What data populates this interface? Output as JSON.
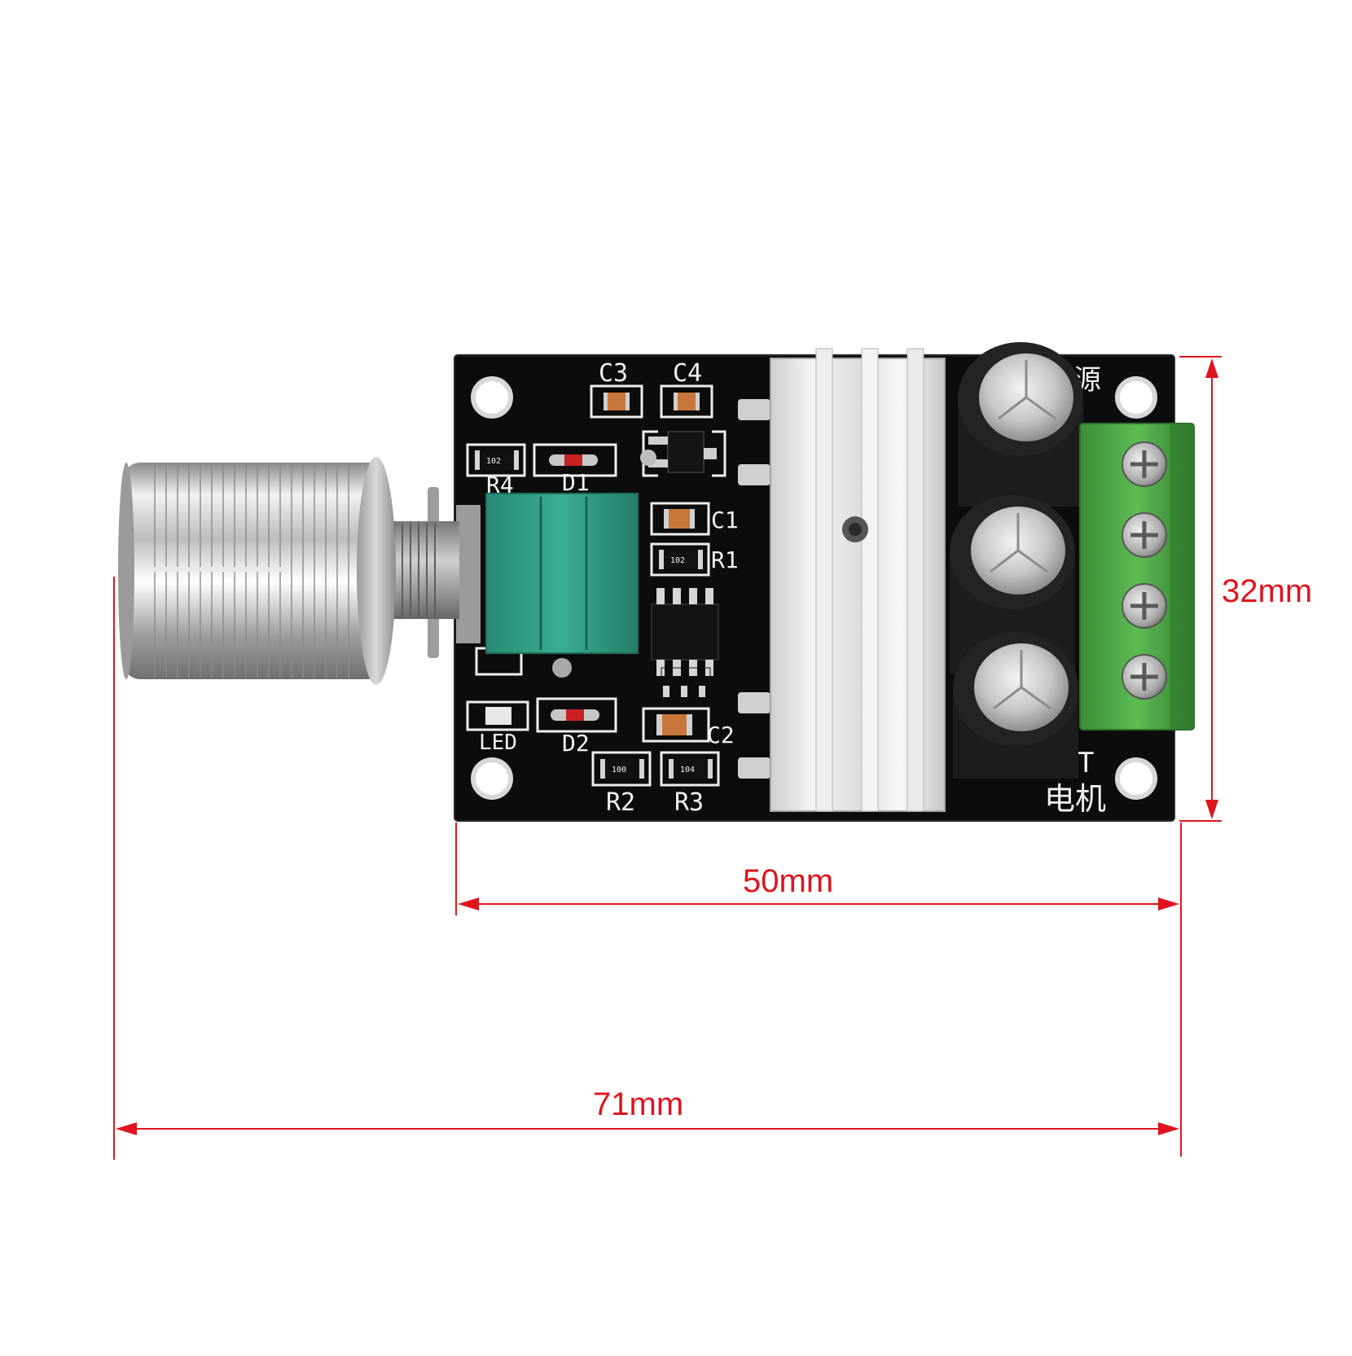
{
  "dimensions": {
    "height": "32mm",
    "board_width": "50mm",
    "total_width": "71mm"
  },
  "board": {
    "labels": {
      "c3": "C3",
      "c4": "C4",
      "r4": "R4",
      "d1": "D1",
      "c1": "C1",
      "r1": "R1",
      "led": "LED",
      "d2": "D2",
      "c2": "C2",
      "r2": "R2",
      "r3": "R3",
      "power": "源",
      "out": "OUT",
      "motor": "电机"
    },
    "codes": {
      "r4": "102",
      "r1": "102",
      "r2": "100",
      "r3": "104"
    }
  },
  "colors": {
    "dimension": "#e0141e",
    "pcb": "#0c0c0c",
    "terminal": "#3f9b3a",
    "potentiometer": "#2f9e85"
  }
}
